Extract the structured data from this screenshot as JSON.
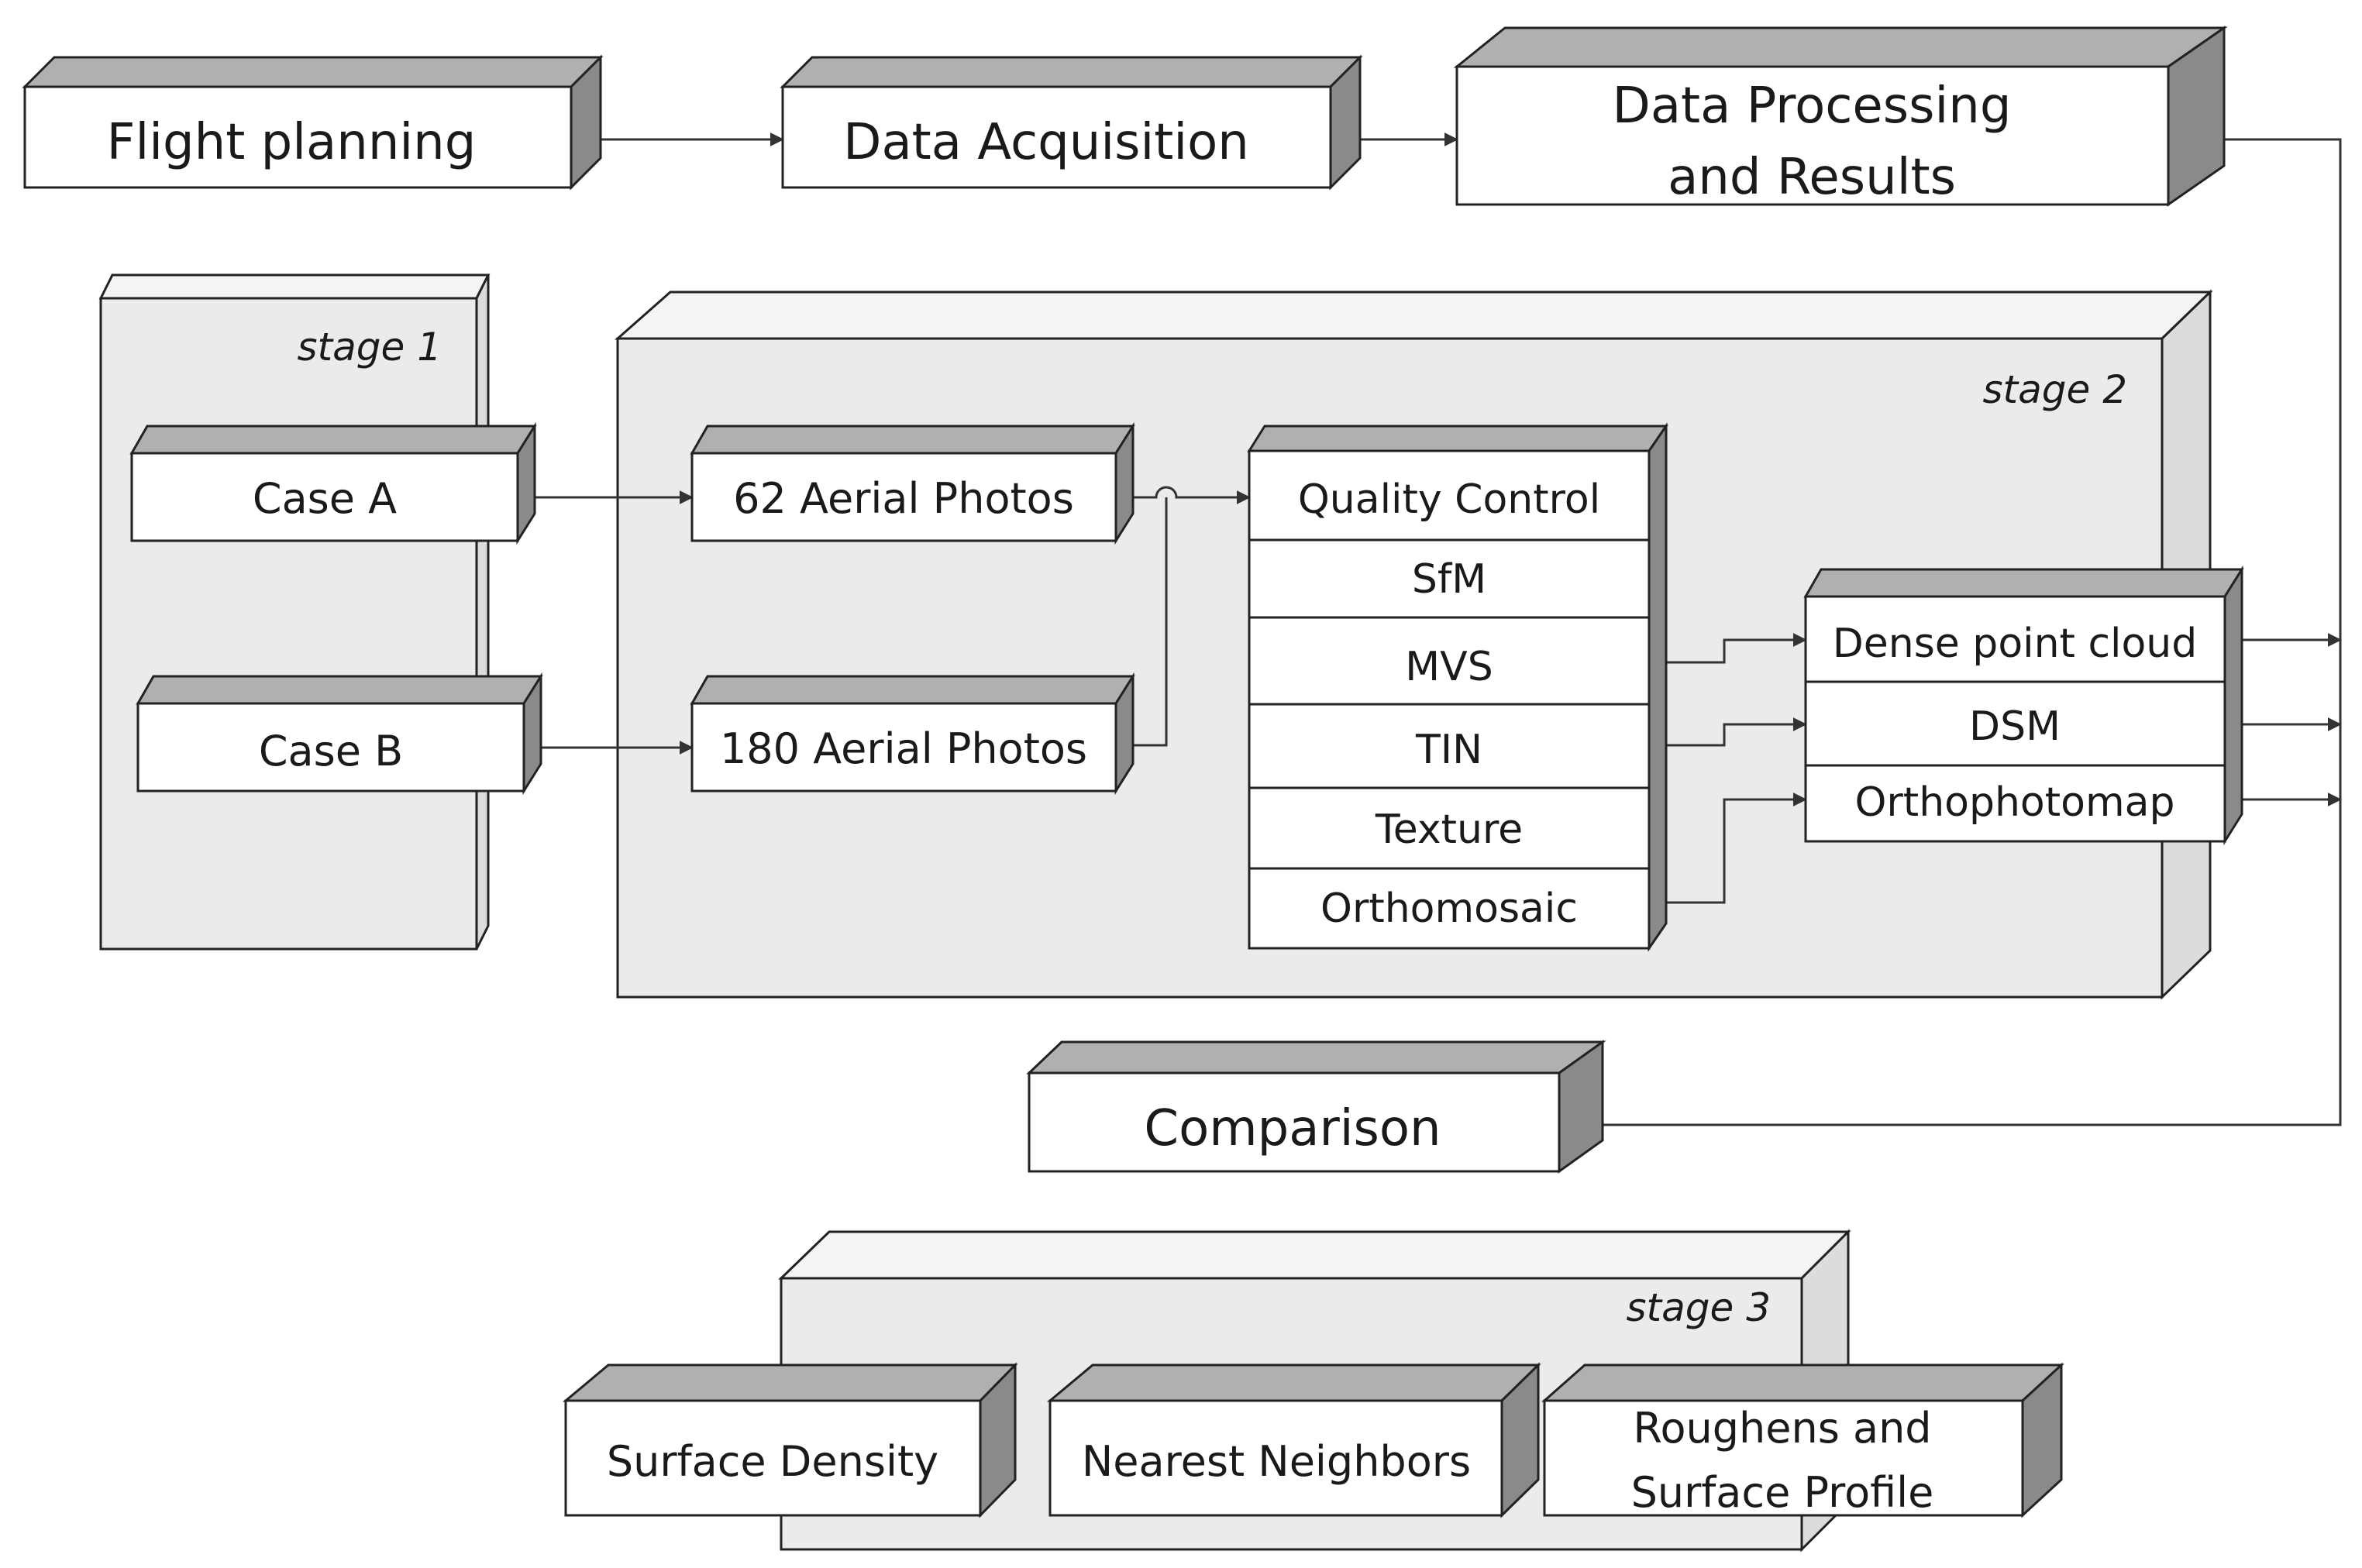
{
  "header": {
    "flight_planning": "Flight planning",
    "data_acquisition": "Data Acquisition",
    "data_processing": [
      "Data Processing",
      "and Results"
    ]
  },
  "stage1": {
    "label": "stage 1",
    "case_a": "Case A",
    "case_b": "Case B"
  },
  "stage2": {
    "label": "stage 2",
    "photos_62": "62 Aerial Photos",
    "photos_180": "180 Aerial Photos",
    "pipeline": [
      "Quality Control",
      "SfM",
      "MVS",
      "TIN",
      "Texture",
      "Orthomosaic"
    ],
    "products": [
      "Dense point cloud",
      "DSM",
      "Orthophotomap"
    ]
  },
  "comparison": "Comparison",
  "stage3": {
    "label": "stage 3",
    "surface_density": "Surface Density",
    "nearest_neighbors": "Nearest Neighbors",
    "roughness": [
      "Roughens and",
      "Surface Profile"
    ]
  }
}
